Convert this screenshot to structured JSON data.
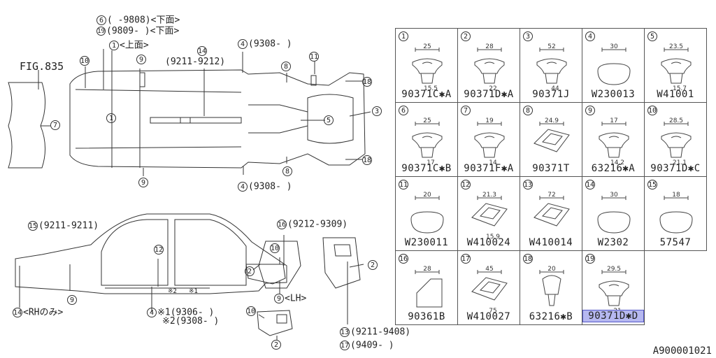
{
  "figure_ref": "FIG.835",
  "doc_id": "A900001021",
  "diagram_labels": {
    "c6_range": "(  -9808)<下面>",
    "c19_range": "(9809-  )<下面>",
    "c1_top": "<上面>",
    "c14_range": "(9211-9212)",
    "c4_top_range": "(9308-  )",
    "c4_bottom_range": "(9308-  )",
    "c15_range": "(9211-9211)",
    "c16_range": "(9212-9309)",
    "c14_rh": "<RHのみ>",
    "c9_lh": "<LH>",
    "c4_star1": "※1(9306-  )",
    "c4_star2": "※2(9308-  )",
    "c13_range": "(9211-9408)",
    "c17_range": "(9409-  )",
    "mark_star1": "※1",
    "mark_star2": "※2"
  },
  "callouts": [
    "1",
    "2",
    "3",
    "4",
    "5",
    "6",
    "7",
    "8",
    "9",
    "10",
    "11",
    "12",
    "13",
    "14",
    "15",
    "16",
    "17",
    "18",
    "19"
  ],
  "parts": [
    {
      "num": "1",
      "code": "90371C✱A",
      "dims": [
        "25",
        "15.5"
      ]
    },
    {
      "num": "2",
      "code": "90371D✱A",
      "dims": [
        "28",
        "22"
      ]
    },
    {
      "num": "3",
      "code": "90371J",
      "dims": [
        "52",
        "44"
      ]
    },
    {
      "num": "4",
      "code": "W230013",
      "dims": [
        "30"
      ]
    },
    {
      "num": "5",
      "code": "W41001",
      "dims": [
        "23.5",
        "15.7"
      ]
    },
    {
      "num": "6",
      "code": "90371C✱B",
      "dims": [
        "25",
        "17"
      ]
    },
    {
      "num": "7",
      "code": "90371F✱A",
      "dims": [
        "19",
        "14"
      ]
    },
    {
      "num": "8",
      "code": "90371T",
      "dims": [
        "24.9"
      ]
    },
    {
      "num": "9",
      "code": "63216✱A",
      "dims": [
        "17",
        "14.2"
      ]
    },
    {
      "num": "10",
      "code": "90371D✱C",
      "dims": [
        "28.5",
        "21.1"
      ]
    },
    {
      "num": "11",
      "code": "W230011",
      "dims": [
        "20"
      ]
    },
    {
      "num": "12",
      "code": "W410024",
      "dims": [
        "21.3",
        "15.9"
      ]
    },
    {
      "num": "13",
      "code": "W410014",
      "dims": [
        "72"
      ]
    },
    {
      "num": "14",
      "code": "W2302",
      "dims": [
        "30"
      ]
    },
    {
      "num": "15",
      "code": "57547",
      "dims": [
        "18"
      ]
    },
    {
      "num": "16",
      "code": "90361B",
      "dims": [
        "28"
      ]
    },
    {
      "num": "17",
      "code": "W410027",
      "dims": [
        "45",
        "75"
      ]
    },
    {
      "num": "18",
      "code": "63216✱B",
      "dims": [
        "20"
      ]
    },
    {
      "num": "19",
      "code": "90371D✱D",
      "dims": [
        "29.5",
        "21"
      ],
      "highlighted": true
    }
  ],
  "colors": {
    "line": "#333333",
    "highlight": "#b6b8f0"
  }
}
